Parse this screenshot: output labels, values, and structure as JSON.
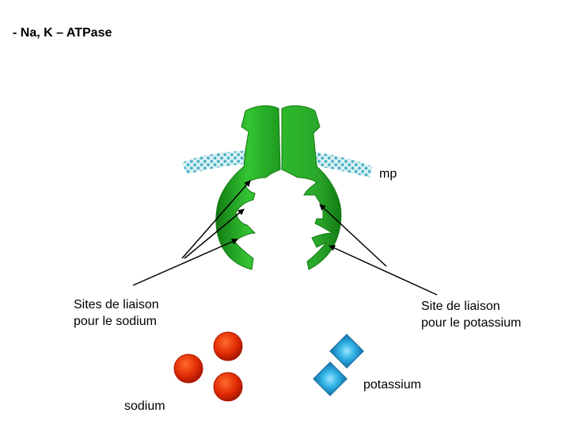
{
  "title": "- Na, K – ATPase",
  "labels": {
    "membrane": "mp",
    "sodium_sites_line1": "Sites de liaison",
    "sodium_sites_line2": "pour le sodium",
    "potassium_site_line1": "Site de liaison",
    "potassium_site_line2": "pour le potassium",
    "potassium": "potassium",
    "sodium": "sodium"
  },
  "colors": {
    "protein": "#2db82d",
    "protein_dark": "#137a13",
    "membrane": "#4fb4c4",
    "sodium_ion": "#e02a05",
    "potassium_ion": "#1fa6d8"
  }
}
